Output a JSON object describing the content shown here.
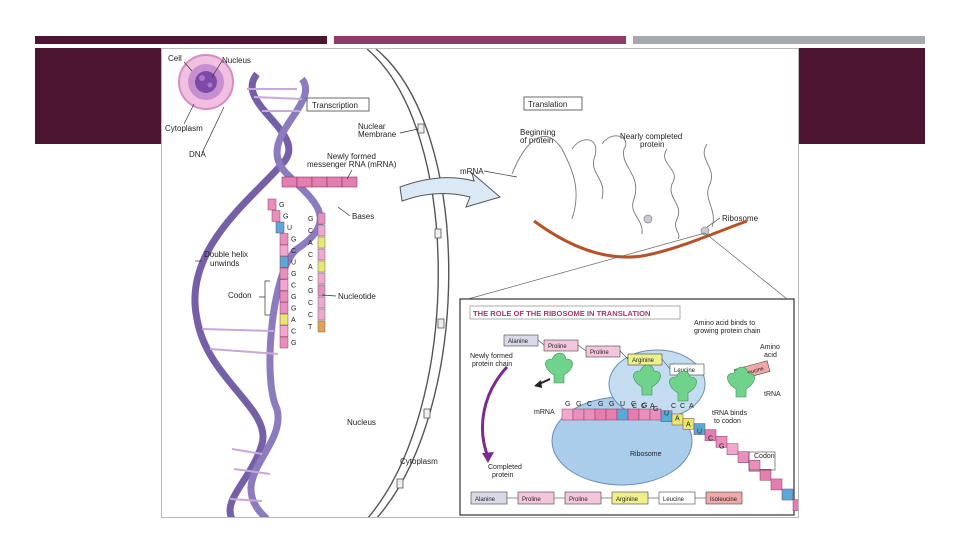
{
  "colors": {
    "maroon": "#4e1532",
    "mauve": "#8e3c67",
    "gray": "#a6a9ad",
    "helix": "#7560a8",
    "mrna": "#e47db0",
    "chain": "#b5532a",
    "ribosome": "#9ec5e5",
    "trna": "#6fd38b"
  },
  "labels": {
    "cell": "Cell",
    "nucleus_top": "Nucleus",
    "cytoplasm_left": "Cytoplasm",
    "dna": "DNA",
    "transcription": "Transcription",
    "nuclear_membrane_1": "Nuclear",
    "nuclear_membrane_2": "Membrane",
    "new_mrna_1": "Newly formed",
    "new_mrna_2": "messenger RNA (mRNA)",
    "bases": "Bases",
    "double_helix_1": "Double helix",
    "double_helix_2": "unwinds",
    "codon": "Codon",
    "nucleotide": "Nucleotide",
    "nucleus_bottom": "Nucleus",
    "cytoplasm_bottom": "Cytoplasm",
    "translation": "Translation",
    "beginning_1": "Beginning",
    "beginning_2": "of protein",
    "nearly_1": "Nearly completed",
    "nearly_2": "protein",
    "mrna_top": "mRNA",
    "ribosome": "Ribosome"
  },
  "inset": {
    "title": "THE ROLE OF THE RIBOSOME IN TRANSLATION",
    "amino_binds_1": "Amino acid binds to",
    "amino_binds_2": "growing protein chain",
    "amino_acid_1": "Amino",
    "amino_acid_2": "acid",
    "newly_chain_1": "Newly formed",
    "newly_chain_2": "protein chain",
    "trna": "tRNA",
    "mrna": "mRNA",
    "trna_binds_1": "tRNA binds",
    "trna_binds_2": "to codon",
    "ribosome": "Ribosome",
    "codon": "Codon",
    "completed_1": "Completed",
    "completed_2": "protein",
    "chain_top": [
      "Alanine",
      "Proline",
      "Proline",
      "Arginine",
      "Leucine"
    ],
    "free_amino": "Isoleucine",
    "completed_chain": [
      "Alanine",
      "Proline",
      "Proline",
      "Arginine",
      "Leucine",
      "Isoleucine"
    ],
    "anticodons": [
      "C",
      "C",
      "A",
      "C",
      "C",
      "A"
    ],
    "mrna_bases": [
      "G",
      "G",
      "C",
      "G",
      "G",
      "U",
      "C",
      "G",
      "G",
      "U",
      "A",
      "A",
      "U",
      "C",
      "G"
    ]
  },
  "strands": {
    "dna_bases": [
      "G",
      "G",
      "U",
      "G",
      "C",
      "U",
      "G",
      "C",
      "G",
      "G",
      "A",
      "C",
      "G"
    ],
    "dna_right": [
      "G",
      "C",
      "A",
      "C",
      "A",
      "C",
      "G",
      "C",
      "C",
      "T"
    ]
  }
}
